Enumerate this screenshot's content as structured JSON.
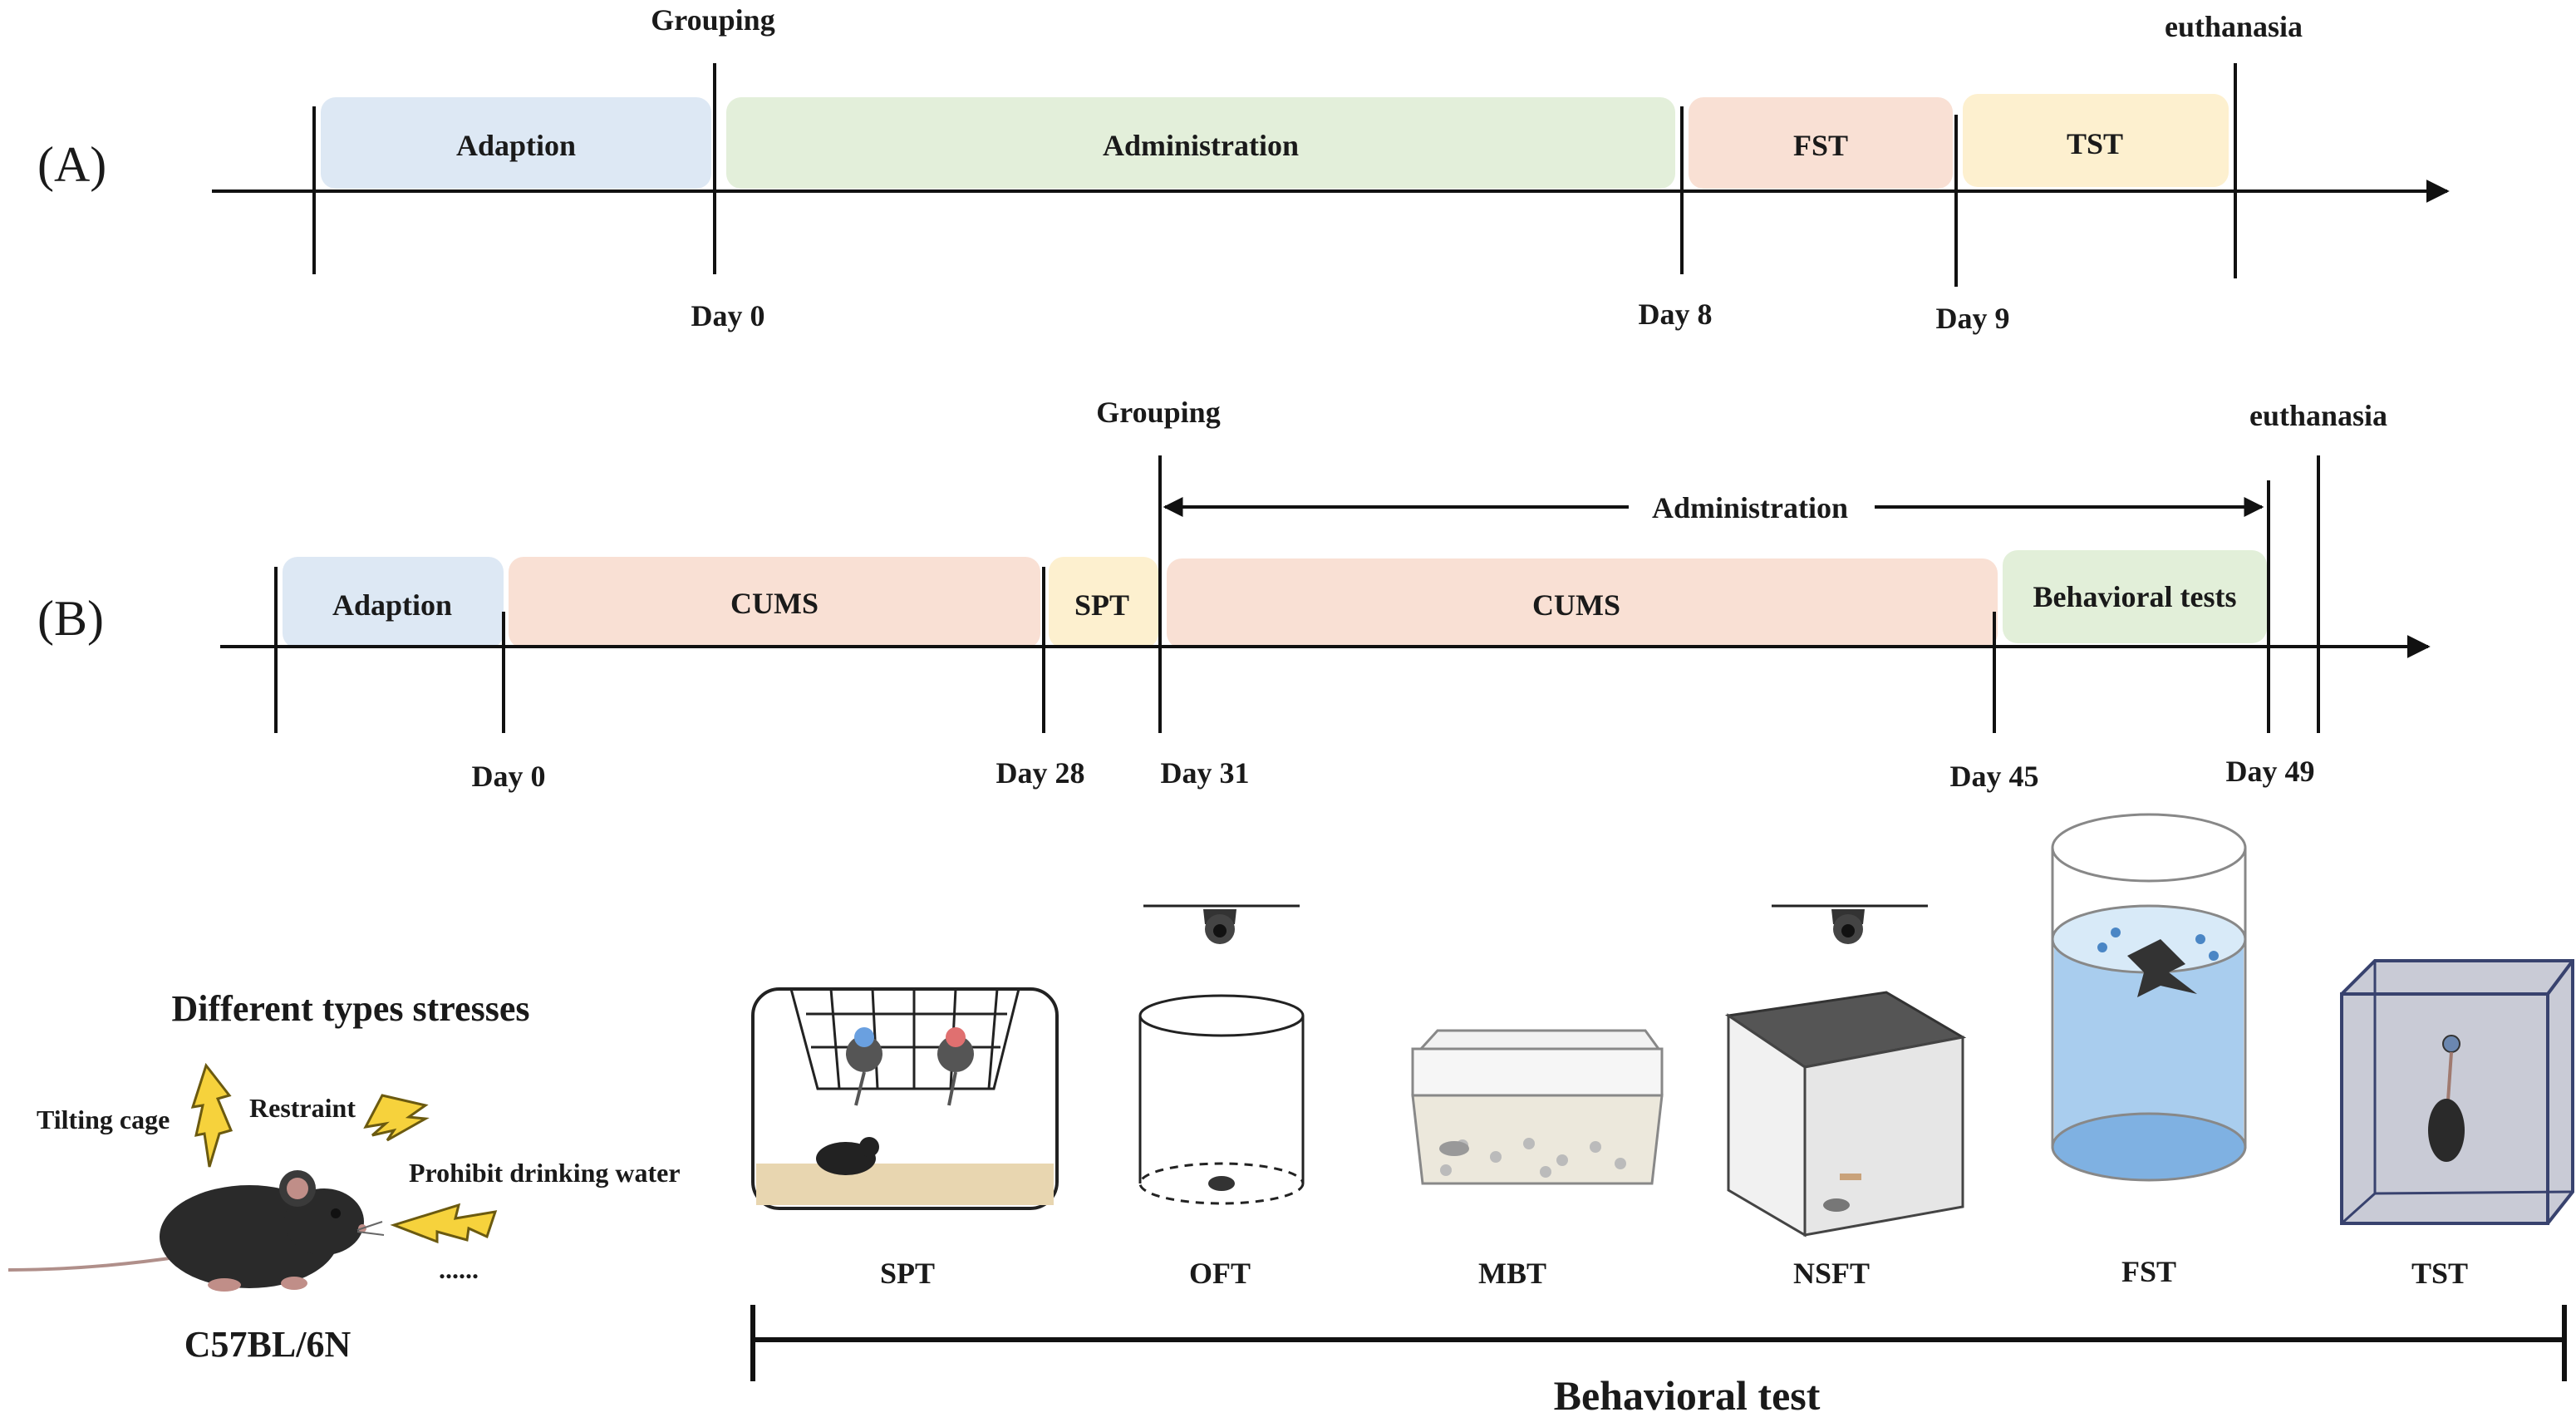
{
  "colors": {
    "adaption": "#dde8f4",
    "administration": "#e3efda",
    "fst": "#f9e0d4",
    "tst": "#fdf0cf",
    "cums": "#f9e0d4",
    "spt": "#fdf0cf",
    "behavioral": "#e2efd9",
    "water": "#9cc5ec"
  },
  "panel_a": {
    "label": "(A)",
    "phases": [
      "Adaption",
      "Administration",
      "FST",
      "TST"
    ],
    "top_labels": {
      "grouping": "Grouping",
      "euthanasia": "euthanasia"
    },
    "days": [
      "Day 0",
      "Day 8",
      "Day 9"
    ]
  },
  "panel_b": {
    "label": "(B)",
    "phases": [
      "Adaption",
      "CUMS",
      "SPT",
      "CUMS",
      "Behavioral tests"
    ],
    "top_labels": {
      "grouping": "Grouping",
      "euthanasia": "euthanasia",
      "administration": "Administration"
    },
    "days": [
      "Day 0",
      "Day 28",
      "Day 31",
      "Day 45",
      "Day 49"
    ]
  },
  "stress": {
    "title": "Different types stresses",
    "items": [
      "Tilting cage",
      "Restraint",
      "Prohibit drinking water"
    ],
    "ellipsis": "......",
    "strain": "C57BL/6N"
  },
  "tests": {
    "items": [
      "SPT",
      "OFT",
      "MBT",
      "NSFT",
      "FST",
      "TST"
    ],
    "bracket_label": "Behavioral test"
  }
}
